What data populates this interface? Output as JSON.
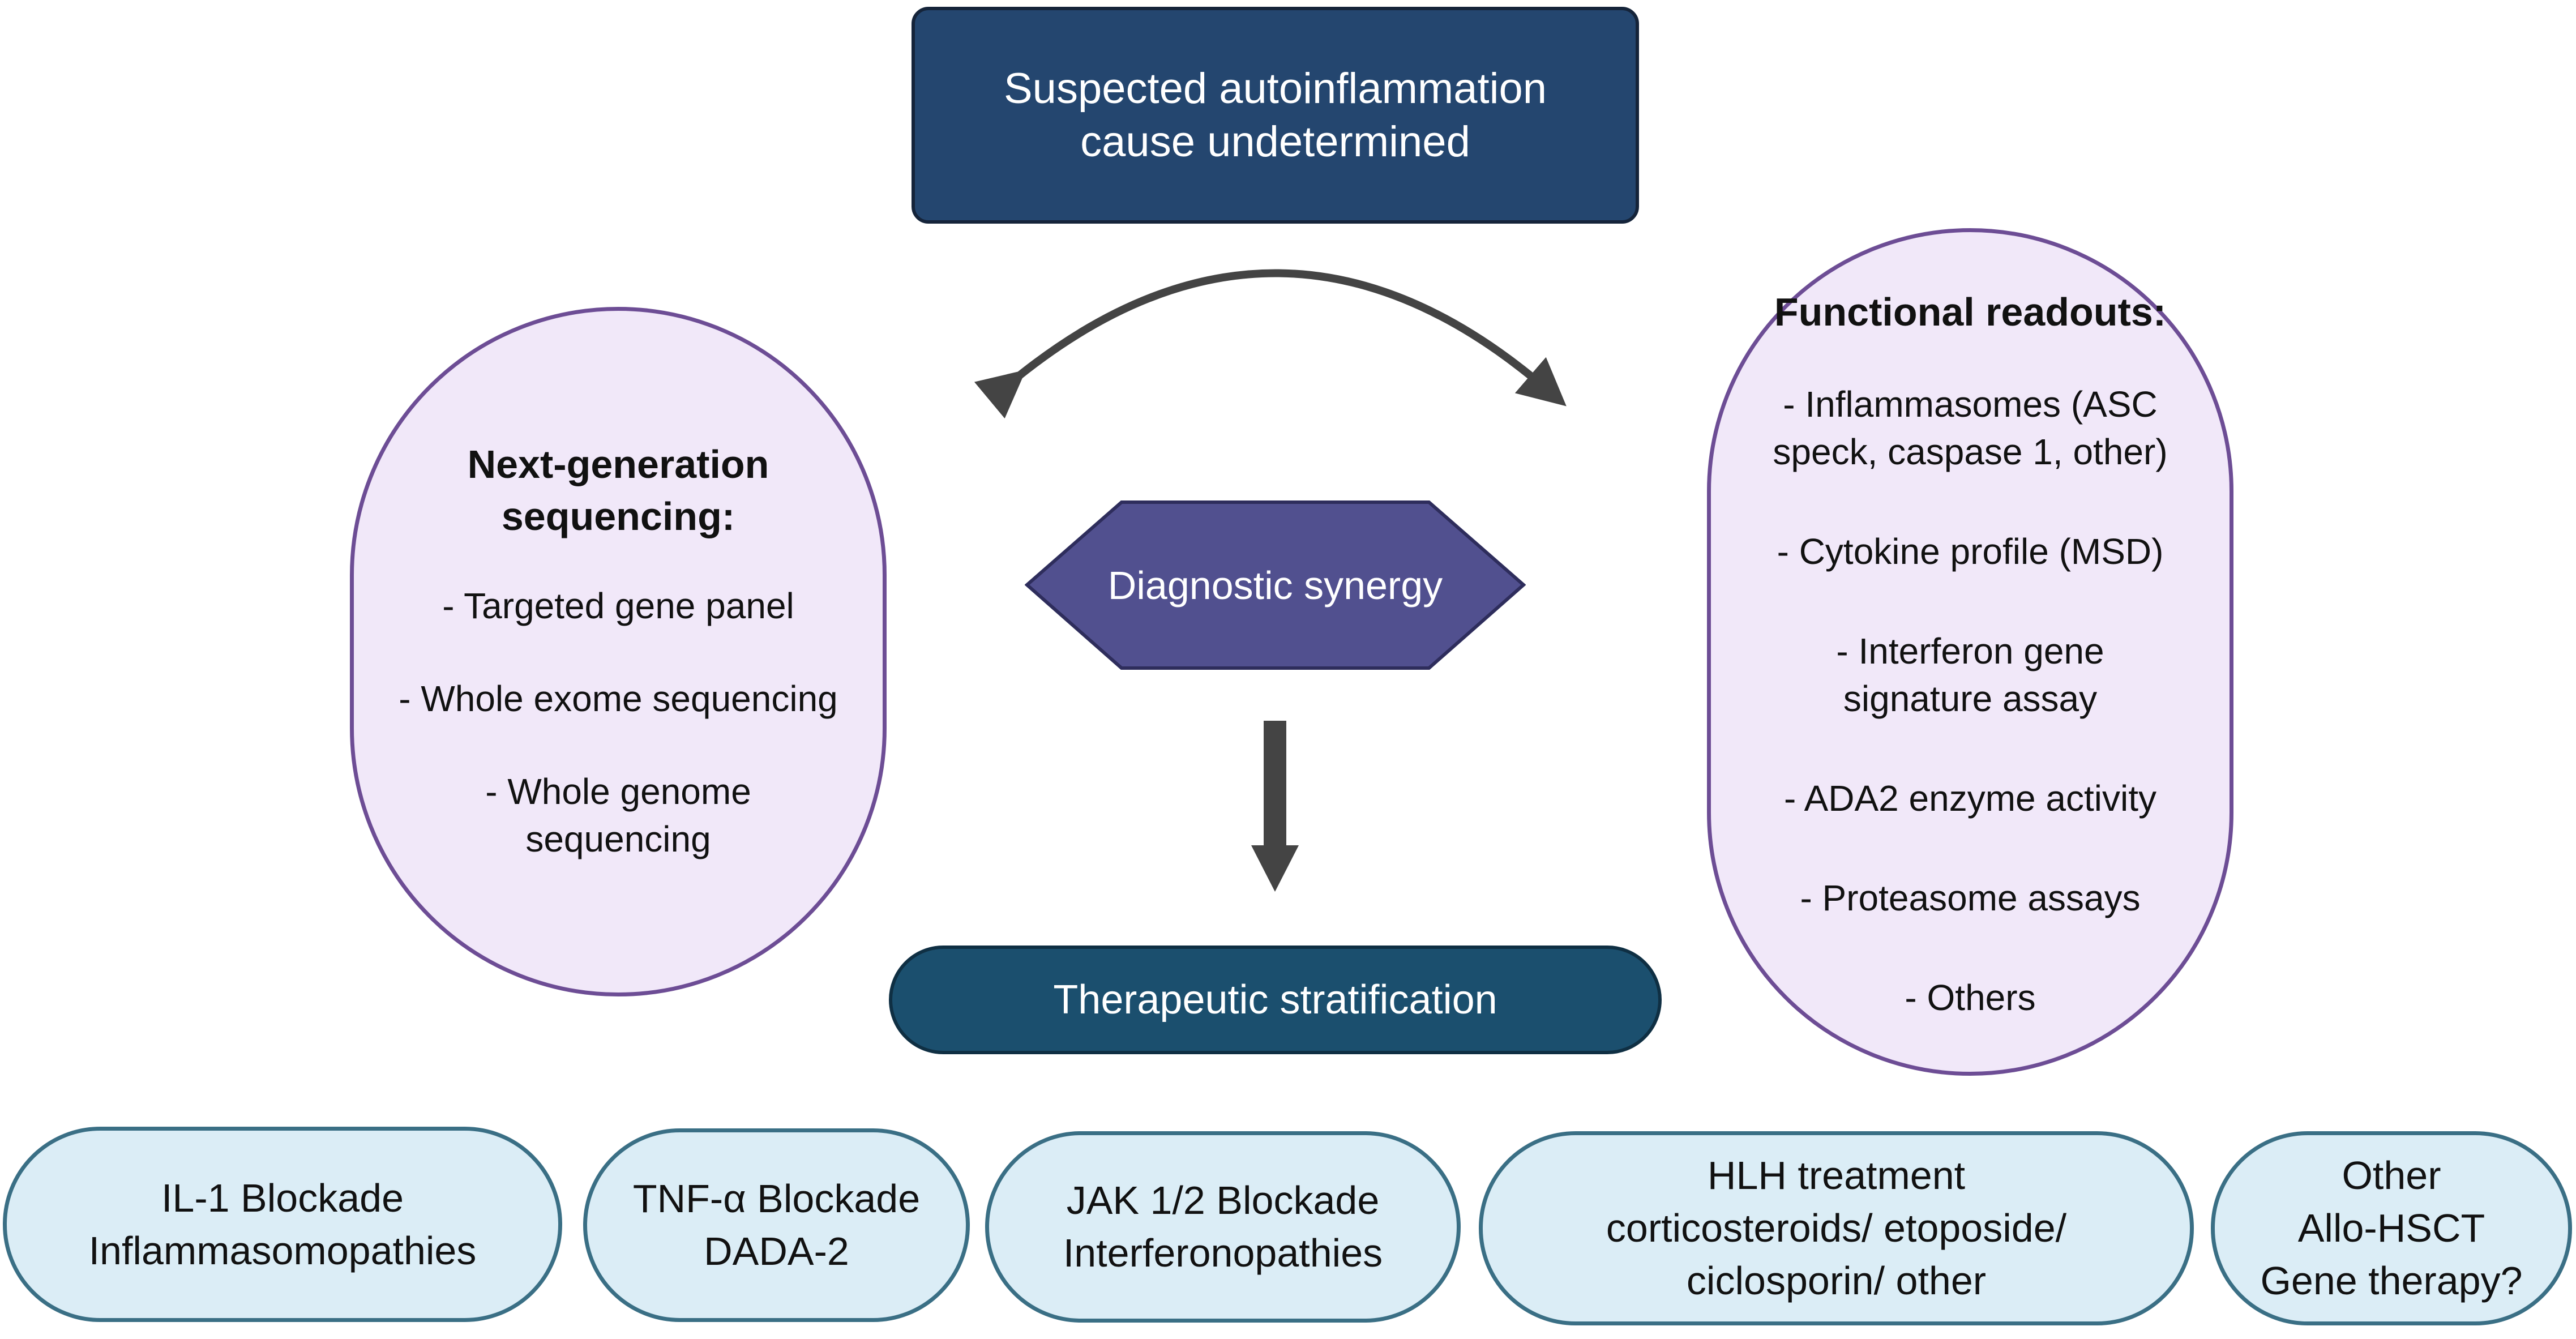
{
  "top_box": {
    "lines": [
      "Suspected autoinflammation",
      "cause undetermined"
    ]
  },
  "ngs": {
    "title_lines": [
      "Next-generation",
      "sequencing:"
    ],
    "items": [
      [
        "- Targeted gene panel"
      ],
      [
        "-  Whole exome sequencing"
      ],
      [
        "- Whole genome",
        "sequencing"
      ]
    ]
  },
  "functional": {
    "title": "Functional readouts:",
    "items": [
      [
        "-  Inflammasomes (ASC",
        "speck, caspase 1, other)"
      ],
      [
        "- Cytokine profile (MSD)"
      ],
      [
        "- Interferon gene",
        "signature assay"
      ],
      [
        "- ADA2 enzyme activity"
      ],
      [
        "- Proteasome assays"
      ],
      [
        "- Others"
      ]
    ]
  },
  "center": {
    "label": "Diagnostic synergy"
  },
  "therapy": {
    "label": "Therapeutic stratification"
  },
  "pills": [
    {
      "lines": [
        "IL-1 Blockade",
        "Inflammasomopathies"
      ]
    },
    {
      "lines": [
        "TNF-α Blockade",
        "DADA-2"
      ]
    },
    {
      "lines": [
        "JAK 1/2 Blockade",
        "Interferonopathies"
      ]
    },
    {
      "lines": [
        "HLH treatment",
        "corticosteroids/ etoposide/",
        "ciclosporin/ other"
      ]
    },
    {
      "lines": [
        "Other",
        "Allo-HSCT",
        "Gene therapy?"
      ]
    }
  ],
  "colors": {
    "top_box": "#24466f",
    "stadium_fill": "#f1e8f9",
    "stadium_border": "#6d4d95",
    "hexagon": "#51508f",
    "therapy_bar": "#1b4f6e",
    "pill_fill": "#dbedf6",
    "pill_border": "#3a6f85",
    "arrow": "#444444"
  }
}
